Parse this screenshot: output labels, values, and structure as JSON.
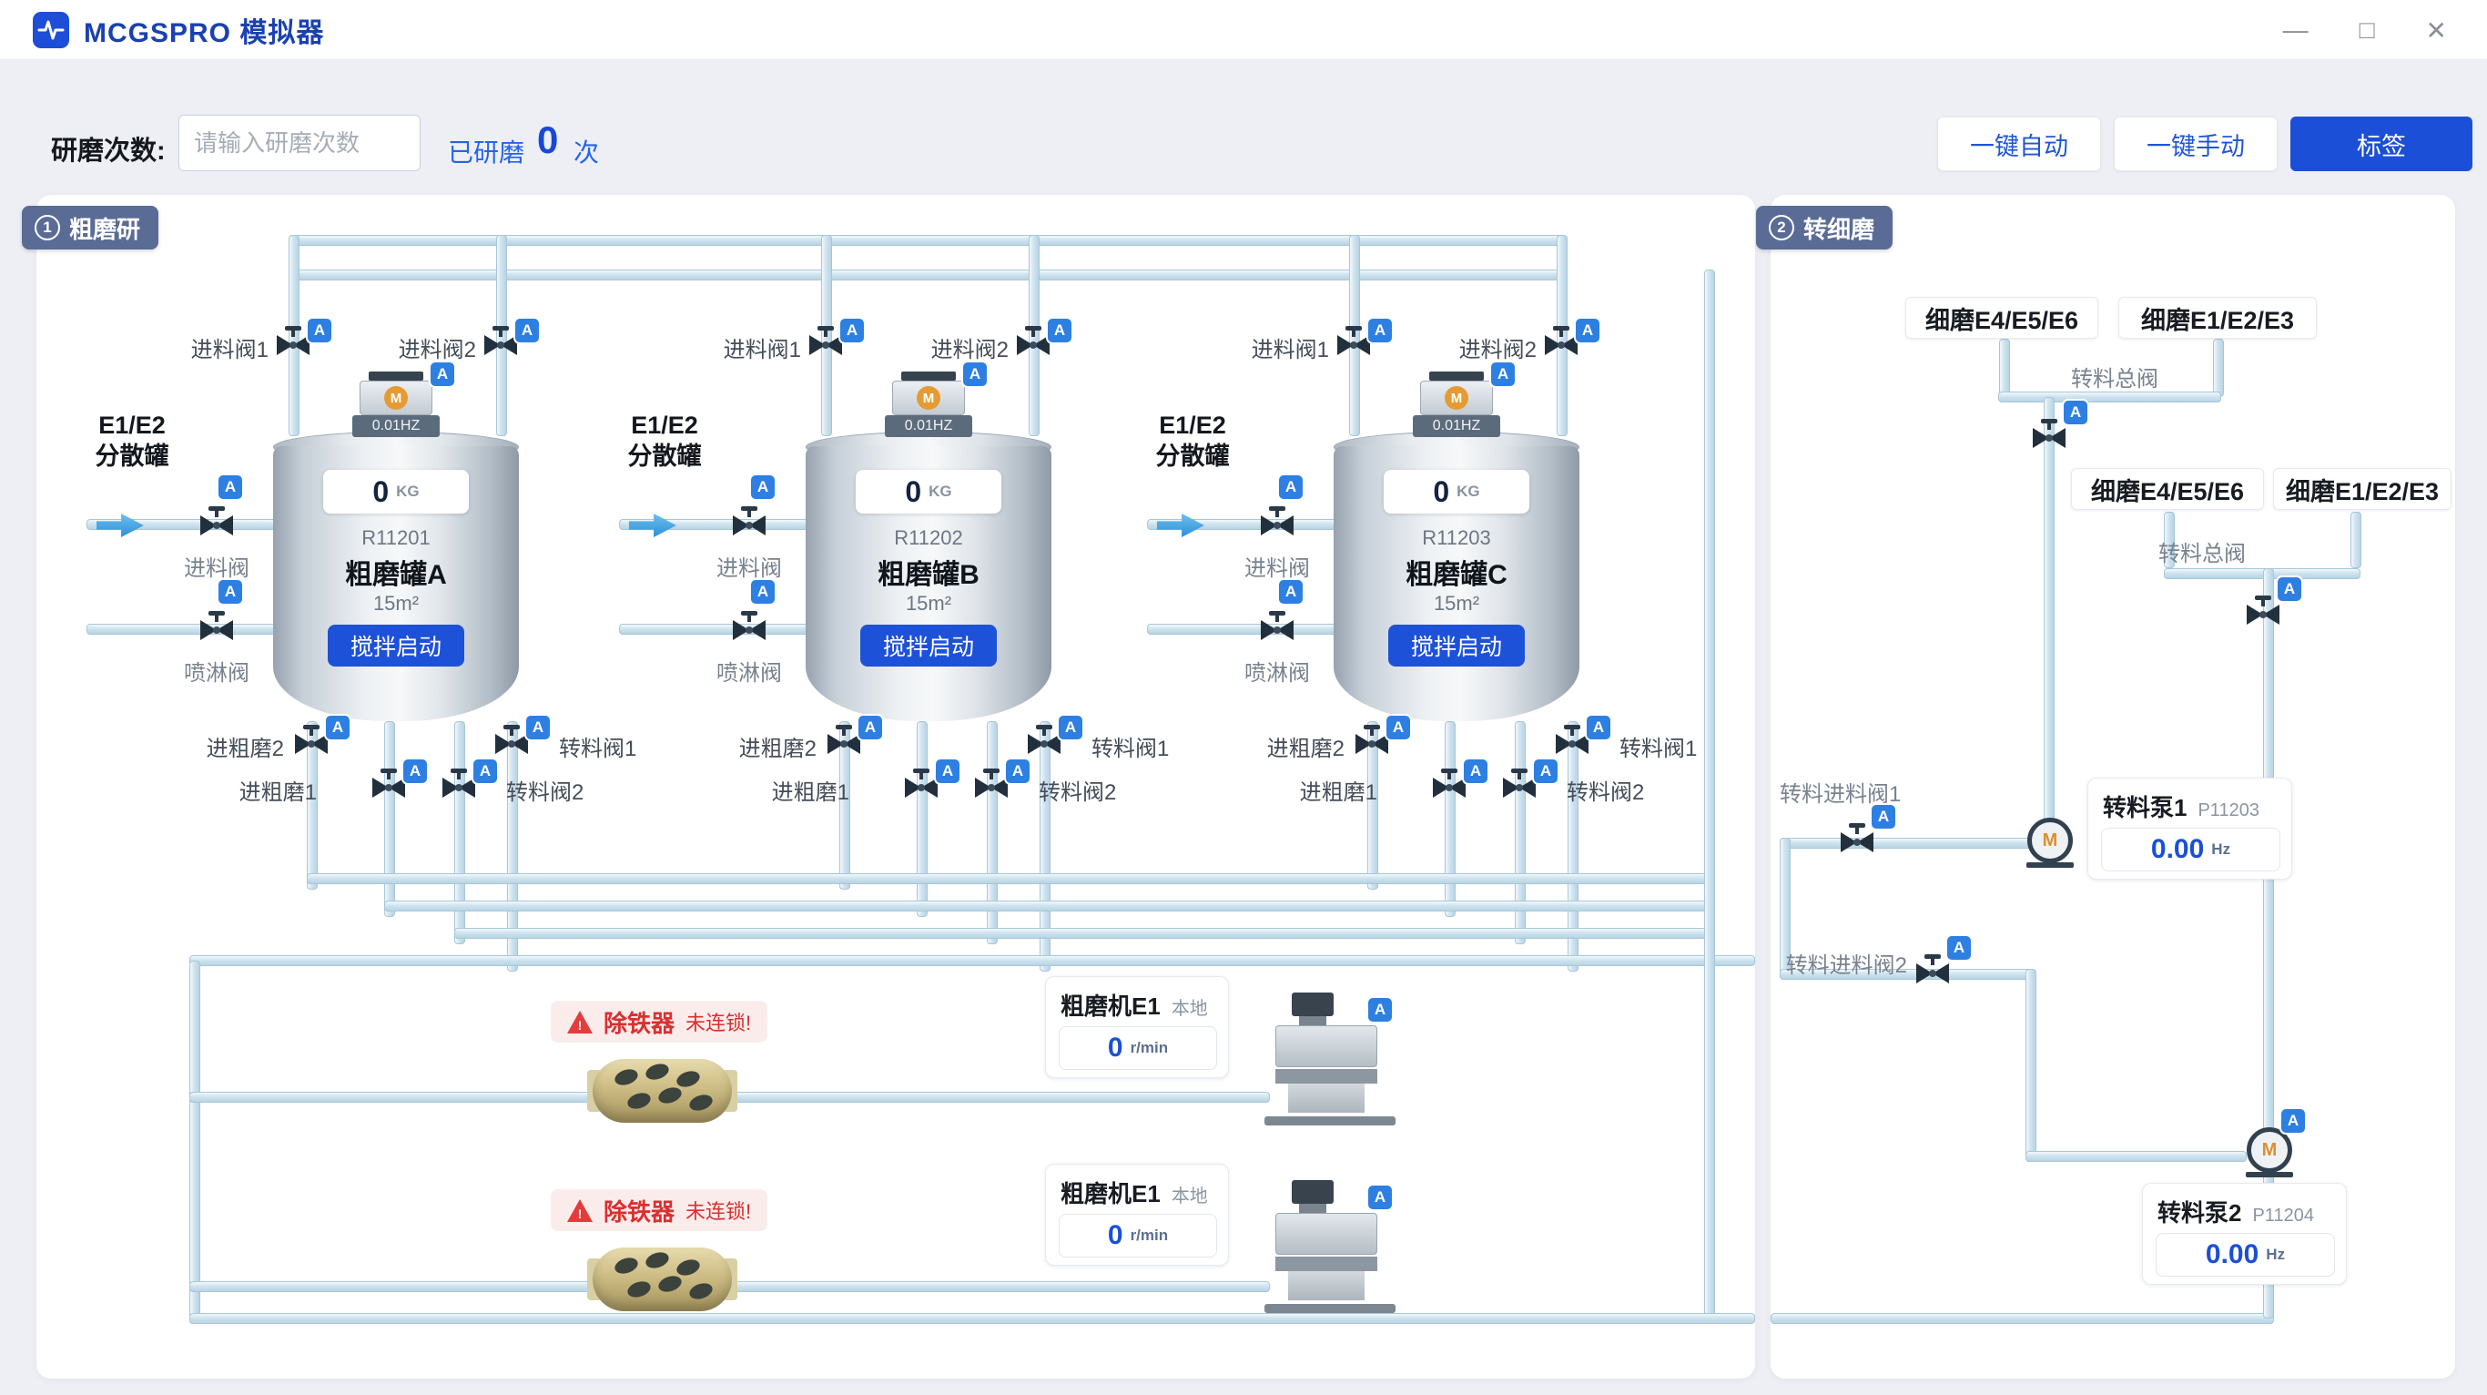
{
  "window": {
    "title": "MCGSPRO 模拟器",
    "controls": {
      "minimize": "—",
      "maximize": "□",
      "close": "✕"
    }
  },
  "icons": {
    "auto": "A",
    "motor": "M",
    "warn": "!"
  },
  "toolbar": {
    "count_label": "研磨次数:",
    "count_placeholder": "请输入研磨次数",
    "done_prefix": "已研磨",
    "done_count": "0",
    "done_suffix": "次",
    "auto_button": "一键自动",
    "manual_button": "一键手动",
    "tag_button": "标签"
  },
  "coarse": {
    "badge": "1",
    "title": "粗磨研",
    "source_line1": "E1/E2",
    "source_line2": "分散罐",
    "labels": {
      "feed1": "进料阀1",
      "feed2": "进料阀2",
      "feed": "进料阀",
      "spray": "喷淋阀",
      "to_mill2": "进粗磨2",
      "to_mill1": "进粗磨1",
      "transfer1": "转料阀1",
      "transfer2": "转料阀2",
      "stir": "搅拌启动",
      "weight_unit": "KG",
      "freq": "0.01HZ"
    },
    "tanks": [
      {
        "id": "R11201",
        "name": "粗磨罐A",
        "volume": "15m²",
        "weight": "0"
      },
      {
        "id": "R11202",
        "name": "粗磨罐B",
        "volume": "15m²",
        "weight": "0"
      },
      {
        "id": "R11203",
        "name": "粗磨罐C",
        "volume": "15m²",
        "weight": "0"
      }
    ],
    "iron_removers": [
      {
        "name": "除铁器",
        "status": "未连锁!"
      },
      {
        "name": "除铁器",
        "status": "未连锁!"
      }
    ],
    "mills": [
      {
        "name": "粗磨机E1",
        "mode": "本地",
        "value": "0",
        "unit": "r/min"
      },
      {
        "name": "粗磨机E1",
        "mode": "本地",
        "value": "0",
        "unit": "r/min"
      }
    ]
  },
  "fine": {
    "badge": "2",
    "title": "转细磨",
    "route_left": "细磨E4/E5/E6",
    "route_right": "细磨E1/E2/E3",
    "main_valve_label": "转料总阀",
    "feed_valve1": "转料进料阀1",
    "feed_valve2": "转料进料阀2",
    "pumps": [
      {
        "name": "转料泵1",
        "tag": "P11203",
        "value": "0.00",
        "unit": "Hz"
      },
      {
        "name": "转料泵2",
        "tag": "P11204",
        "value": "0.00",
        "unit": "Hz"
      }
    ]
  }
}
